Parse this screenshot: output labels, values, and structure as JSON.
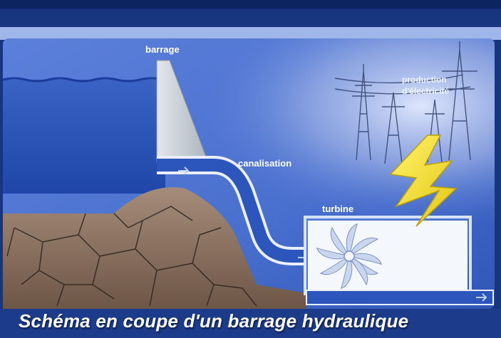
{
  "labels": {
    "dam": "barrage",
    "pipe": "canalisation",
    "turbine": "turbine",
    "production_line1": "production",
    "production_line2": "d'électricité"
  },
  "caption": "Schéma en coupe d'un barrage hydraulique",
  "icons": [
    "flow-arrow-icon",
    "turbine-icon",
    "lightning-bolt-icon",
    "power-pylon-icon"
  ],
  "colors": {
    "background": "#3f67c9",
    "water": "#2a52b7",
    "dam": "#c8cfd6",
    "soil": "#8a7264",
    "bolt": "#f2e21a",
    "turbine_box": "#f7f9fc"
  }
}
